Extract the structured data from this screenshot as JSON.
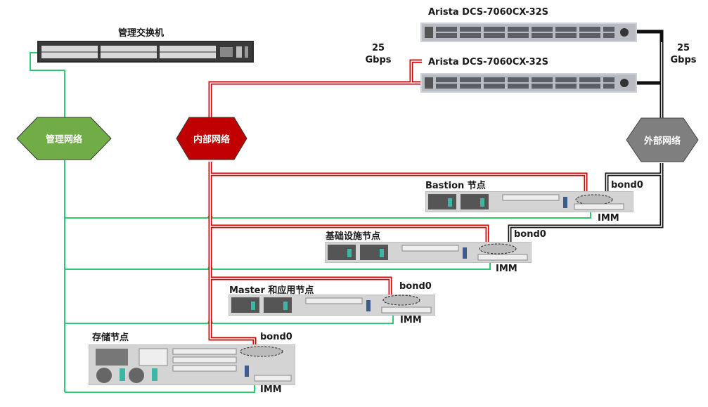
{
  "devices": {
    "mgmt_switch": {
      "label": "管理交换机"
    },
    "arista_1": {
      "label": "Arista DCS-7060CX-32S"
    },
    "arista_2": {
      "label": "Arista DCS-7060CX-32S"
    }
  },
  "links": {
    "internal_speed": [
      "25",
      "Gbps"
    ],
    "external_speed": [
      "25",
      "Gbps"
    ]
  },
  "networks": {
    "mgmt": {
      "label": "管理网络",
      "color": "#70ad47"
    },
    "internal": {
      "label": "内部网络",
      "color": "#c00000"
    },
    "external": {
      "label": "外部网络",
      "color": "#7f7f7f"
    }
  },
  "nodes": [
    {
      "label": "Bastion 节点",
      "bond": "bond0",
      "imm": "IMM"
    },
    {
      "label": "基础设施节点",
      "bond": "bond0",
      "imm": "IMM"
    },
    {
      "label": "Master 和应用节点",
      "bond": "bond0",
      "imm": "IMM"
    },
    {
      "label": "存储节点",
      "bond": "bond0",
      "imm": "IMM"
    }
  ],
  "colors": {
    "mgmt_wire": "#2ecc71",
    "internal_wire": "#d40000",
    "external_wire": "#111111"
  }
}
